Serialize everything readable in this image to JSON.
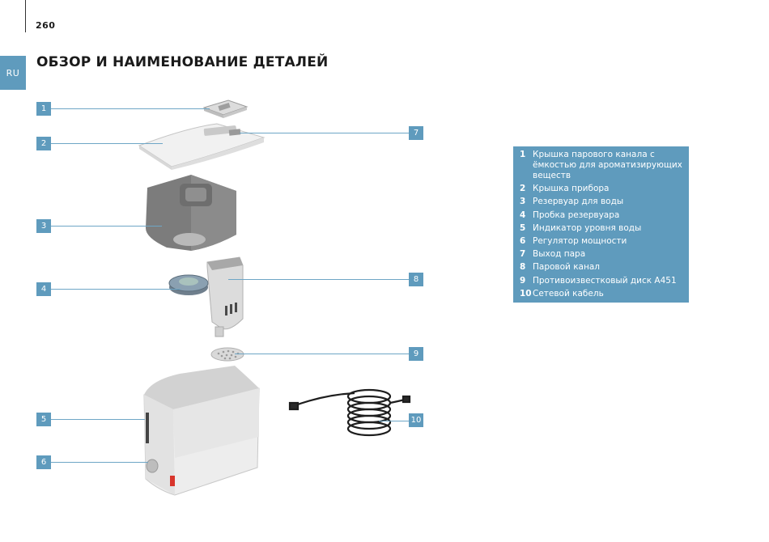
{
  "page_number": "260",
  "language_tab": "RU",
  "heading": "ОБЗОР И НАИМЕНОВАНИЕ ДЕТАЛЕЙ",
  "accent_color": "#5f9bbd",
  "callouts": [
    "1",
    "2",
    "3",
    "4",
    "5",
    "6",
    "7",
    "8",
    "9",
    "10"
  ],
  "legend": [
    {
      "num": "1",
      "text": "Крышка парового канала с ёмкостью для ароматизирующих веществ"
    },
    {
      "num": "2",
      "text": "Крышка прибора"
    },
    {
      "num": "3",
      "text": "Резервуар для воды"
    },
    {
      "num": "4",
      "text": "Пробка резервуара"
    },
    {
      "num": "5",
      "text": "Индикатор уровня воды"
    },
    {
      "num": "6",
      "text": "Регулятор мощности"
    },
    {
      "num": "7",
      "text": "Выход пара"
    },
    {
      "num": "8",
      "text": "Паровой канал"
    },
    {
      "num": "9",
      "text": "Противоизвестковый диск A451"
    },
    {
      "num": "10",
      "text": "Сетевой кабель"
    }
  ]
}
